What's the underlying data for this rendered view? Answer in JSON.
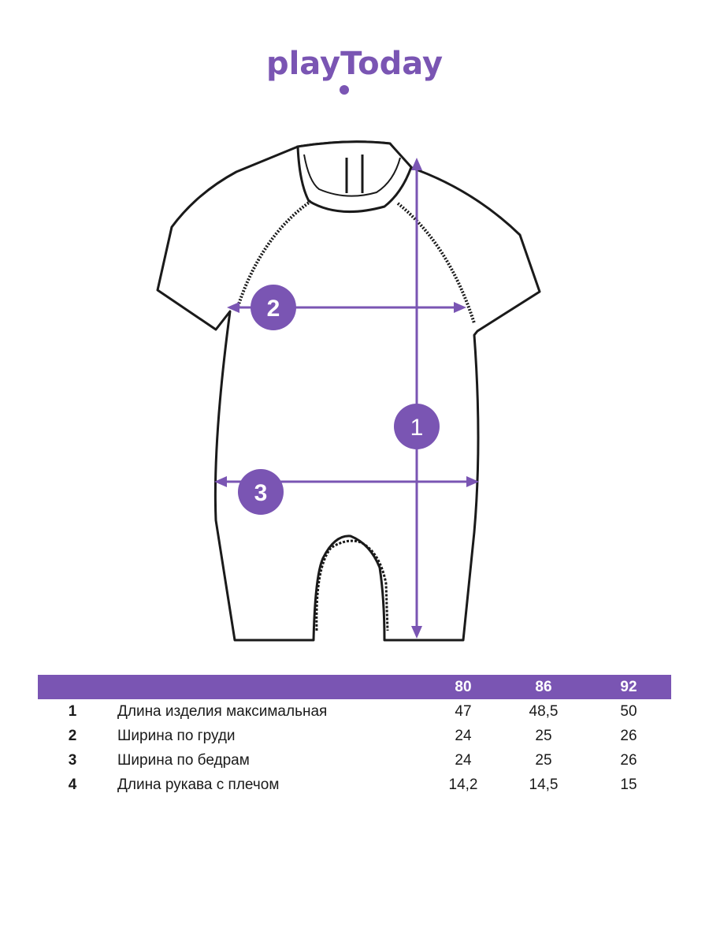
{
  "brand": {
    "logo_text": "playToday",
    "color": "#7a55b3"
  },
  "diagram": {
    "markers": [
      "1",
      "2",
      "3"
    ],
    "outline_color": "#1a1a1a",
    "accent_color": "#7a55b3"
  },
  "table": {
    "sizes": [
      "80",
      "86",
      "92"
    ],
    "rows": [
      {
        "num": "1",
        "label": "Длина изделия максимальная",
        "values": [
          "47",
          "48,5",
          "50"
        ]
      },
      {
        "num": "2",
        "label": "Ширина по груди",
        "values": [
          "24",
          "25",
          "26"
        ]
      },
      {
        "num": "3",
        "label": "Ширина по бедрам",
        "values": [
          "24",
          "25",
          "26"
        ]
      },
      {
        "num": "4",
        "label": "Длина рукава с плечом",
        "values": [
          "14,2",
          "14,5",
          "15"
        ]
      }
    ]
  }
}
